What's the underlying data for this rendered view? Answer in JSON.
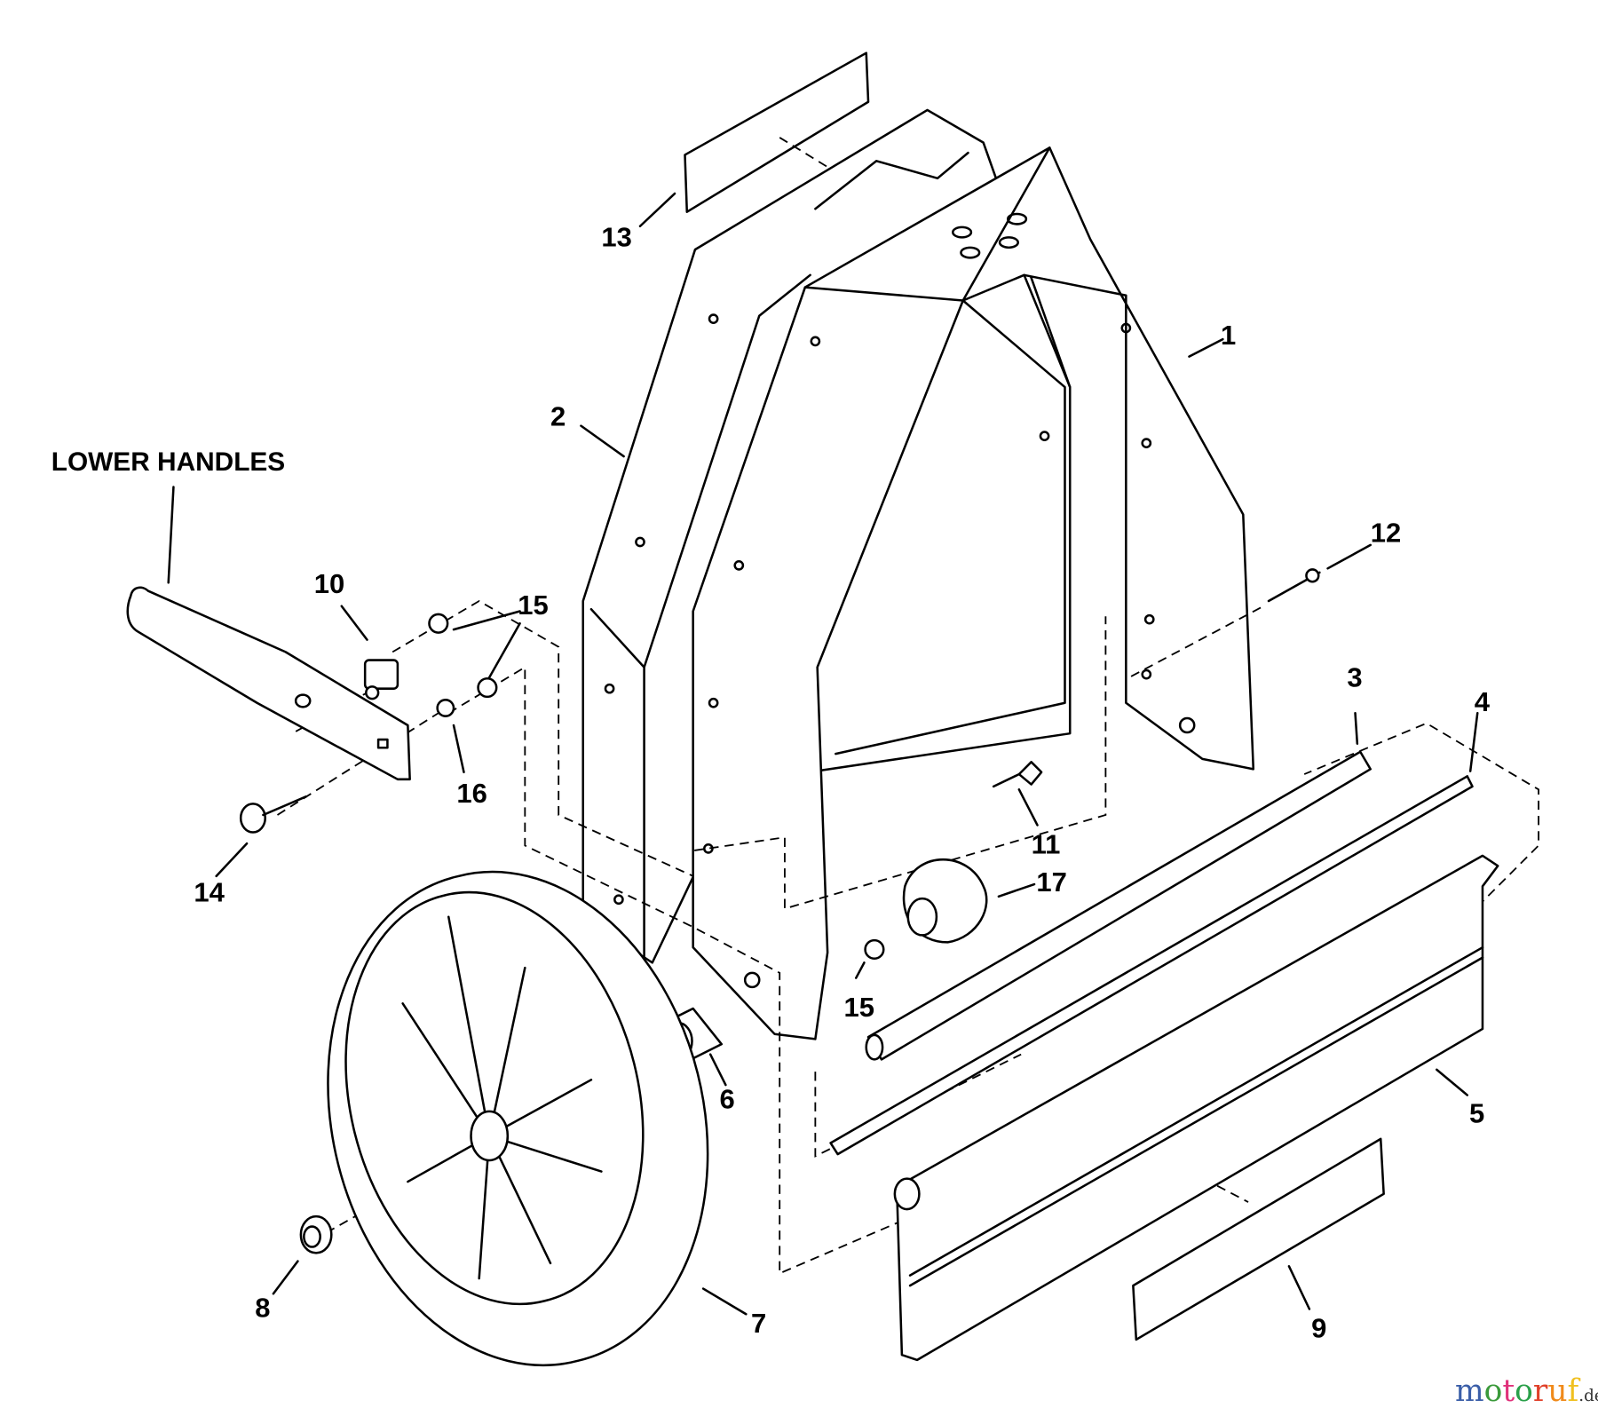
{
  "diagram": {
    "section_label": "LOWER HANDLES",
    "callouts": [
      "1",
      "2",
      "3",
      "4",
      "5",
      "6",
      "7",
      "8",
      "9",
      "10",
      "11",
      "12",
      "13",
      "14",
      "15",
      "15",
      "15",
      "16",
      "17"
    ],
    "watermark": {
      "brand": "motoruf",
      "tld": ".de"
    },
    "colors": {
      "ink": "#000000",
      "background": "#ffffff",
      "wm_m": "#3a5ea8",
      "wm_o1": "#3a9a3a",
      "wm_t": "#e0307a",
      "wm_o2": "#2aa04a",
      "wm_r": "#e0402a",
      "wm_u": "#f08a1a",
      "wm_f": "#f0c020"
    }
  }
}
